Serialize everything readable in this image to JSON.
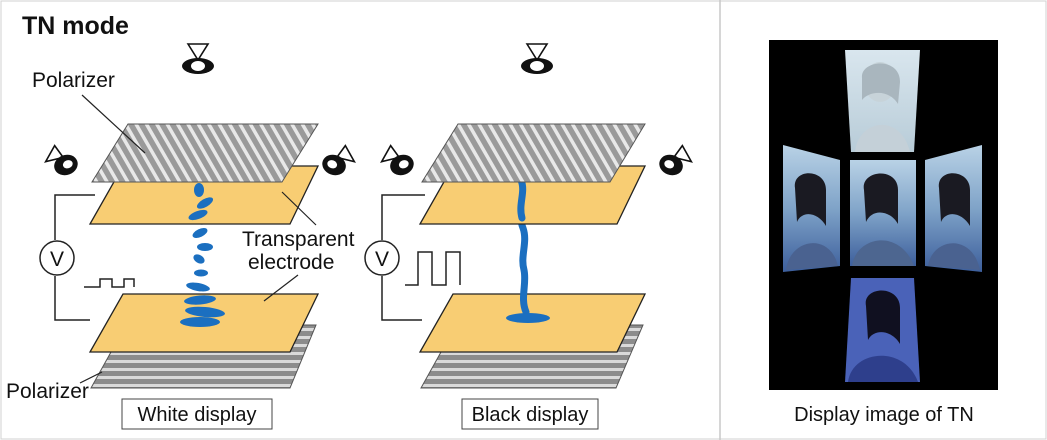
{
  "title": "TN mode",
  "labels": {
    "polarizer_top": "Polarizer",
    "polarizer_bottom": "Polarizer",
    "transparent": "Transparent",
    "electrode": "electrode",
    "voltage_left": "V",
    "voltage_right": "V"
  },
  "captions": {
    "white": "White display",
    "black": "Black display",
    "display_image": "Display image of  TN"
  },
  "colors": {
    "electrode": "#f8cd73",
    "polarizer": "#9c9c9c",
    "liquid_crystal": "#1b6fc0",
    "photo_background": "#000000"
  }
}
